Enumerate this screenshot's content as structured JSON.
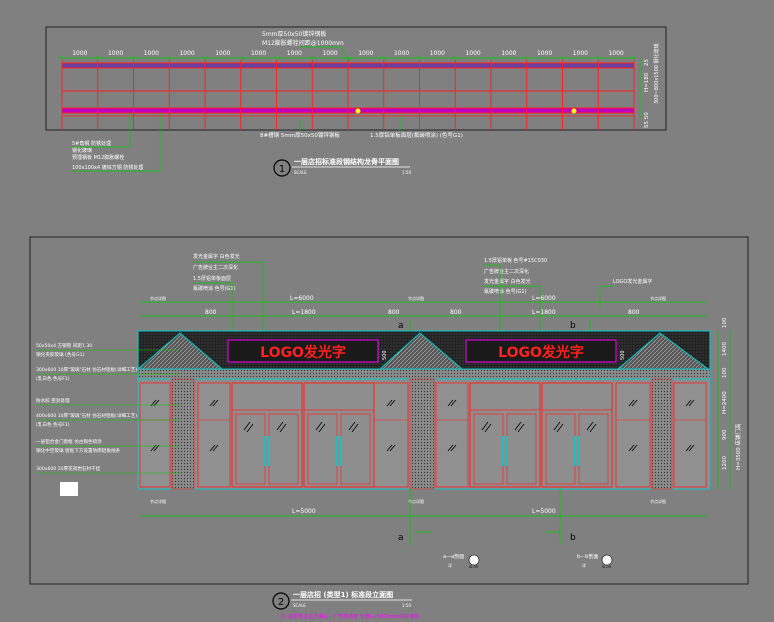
{
  "plan": {
    "dims": [
      "1000",
      "1000",
      "1000",
      "1000",
      "1000",
      "1000",
      "1000",
      "1000",
      "1000",
      "1000",
      "1000",
      "1000",
      "1000",
      "1000",
      "1000",
      "1000"
    ],
    "note_top": "5mm厚50x50镀锌钢板",
    "note_top2": "M12膨胀螺栓间距@1000mm",
    "note_bottom1": "8#槽钢 5mm厚50x50镀锌钢板",
    "note_bottom2": "1.5厚铝单板面层(氟碳喷涂) (色号G1)",
    "left_note1": "5#角钢 防锈处理",
    "left_note2": "钢化玻璃",
    "left_note3": "预埋钢板 M12膨胀螺栓",
    "left_note4": "100x100x4 镀锌方钢 防锈处理",
    "right_dim1": "25",
    "right_dim2": "H=180",
    "right_dim3": "300~800x1500 钢化玻璃",
    "right_dim4": "55 50",
    "number": "1",
    "title": "一层店招标准段钢结构龙骨平面图",
    "scale_label": "SCALE",
    "scale": "1:50"
  },
  "elevation": {
    "top_notes": [
      "发光金属字 白色发光",
      "广告牌业主二次深化",
      "1.5厚铝单板面层",
      "氟碳喷涂 色号(G1)"
    ],
    "top_notes_right": [
      "1.5厚铝单板 色号#15C030",
      "广告牌业主二次深化",
      "发光金属字 白色发光",
      "氟碳喷涂 色号(G1)"
    ],
    "logo_note": "LOGO发光金属字",
    "dim_l6000": "L≈6000",
    "dim_l1800": "L=1800",
    "dim_800": "800",
    "dim_l5000": "L≈5000",
    "sect_a": "a",
    "sect_b": "b",
    "logo_text": "LOGO发光字",
    "side_dim_500": "500",
    "right_dims": [
      "100",
      "1400",
      "100",
      "H=2400",
      "900",
      "1200",
      "H=3500 店铺门高"
    ],
    "left_notes": [
      "50x50x4 方钢管 间距1.30",
      "钢化夹胶玻璃 (色号G1)",
      "300x600 10厚\"玻璃\"石材 仿石材铝板(详细工艺)",
      "(乳白色 色号F1)",
      "防水胶 密封处理",
      "400x600 10厚\"玻璃\"石材 仿石材铝板(详细工艺)",
      "(乳白色 色号F1)",
      "一层铝合金门窗框 仿古铜色喷涂",
      "钢化中空玻璃 窗框下方设置防雨铝板线条",
      "300x600 20厚花岗岩石材干挂"
    ],
    "tag_label": "节点详图",
    "section_a_label": "a—a剖面",
    "section_b_label": "b—b剖面",
    "detail_ref": "详",
    "sheet_ref": "IS-09",
    "number": "2",
    "title": "一层店招 (类型1) 标准段立面图",
    "scale_label": "SCALE",
    "scale": "1:50",
    "footnote": "注: 店招需业主方确认，广告牌高度 长度L≈5000mm的标准段"
  }
}
